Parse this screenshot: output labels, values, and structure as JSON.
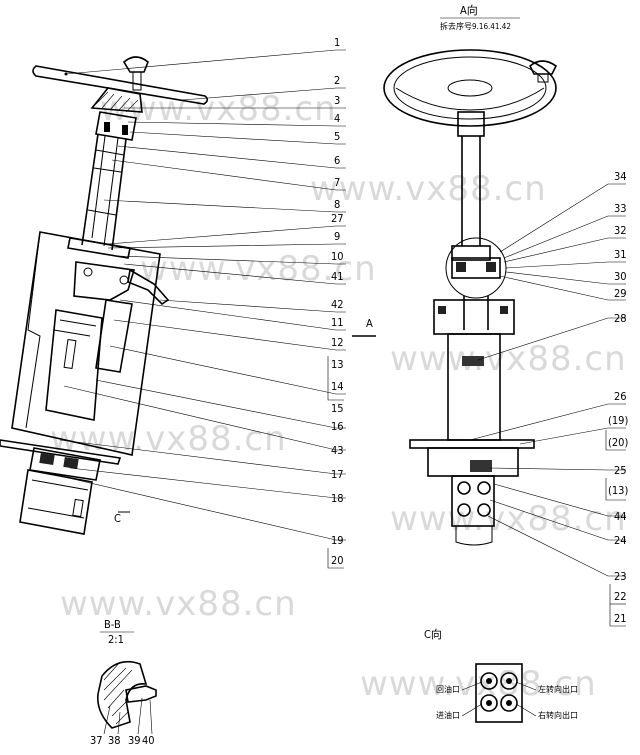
{
  "view_a": {
    "title": "A向",
    "subtitle": "拆去序号9.16.41.42"
  },
  "section_bb": {
    "title": "B-B",
    "scale": "2:1"
  },
  "view_c": {
    "title": "C向"
  },
  "arrow_a": "A",
  "arrow_c": "C",
  "port_labels": {
    "return_port": "回油口",
    "inlet_port": "进油口",
    "left_turn_outlet": "左转向出口",
    "right_turn_outlet": "右转向出口"
  },
  "watermark": "www.vx88.cn",
  "left_callouts": [
    "1",
    "2",
    "3",
    "4",
    "5",
    "6",
    "7",
    "8",
    "27",
    "9",
    "10",
    "41",
    "42",
    "11",
    "12",
    "13",
    "14",
    "15",
    "16",
    "43",
    "17",
    "18",
    "19",
    "20"
  ],
  "right_callouts": [
    "34",
    "33",
    "32",
    "31",
    "30",
    "29",
    "28",
    "26",
    "(19)",
    "(20)",
    "25",
    "(13)",
    "44",
    "24",
    "23",
    "22",
    "21"
  ],
  "bb_callouts": [
    "37",
    "38",
    "39",
    "40"
  ]
}
